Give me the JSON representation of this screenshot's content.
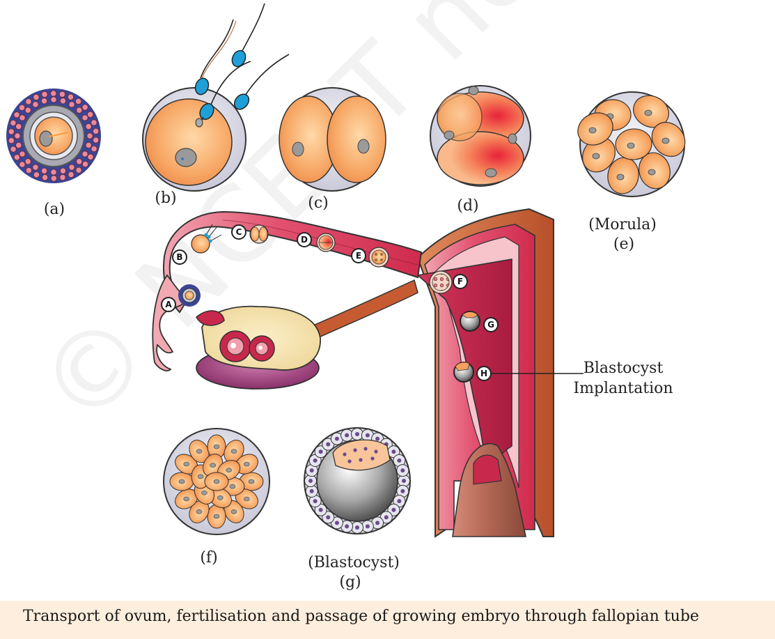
{
  "stage_labels": {
    "a": "(a)",
    "b": "(b)",
    "c": "(c)",
    "d": "(d)",
    "e_name": "(Morula)",
    "e": "(e)",
    "f": "(f)",
    "g_name": "(Blastocyst)",
    "g": "(g)"
  },
  "markers": {
    "A": "A",
    "B": "B",
    "C": "C",
    "D": "D",
    "E": "E",
    "F": "F",
    "G": "G",
    "H": "H"
  },
  "callout": {
    "line1": "Blastocyst",
    "line2": "Implantation"
  },
  "caption": "Transport of ovum, fertilisation and passage of growing embryo through fallopian tube",
  "watermark": "© NCERT not to be republished",
  "colors": {
    "tube": "#e56a86",
    "uterus_lumen": "#c8284c",
    "uterus_wall": "#f5b8c2",
    "uterus_outer": "#c65b32",
    "ovary": "#f8e6b6",
    "cell_fill": "#f6b47a",
    "nucleus": "#9a9a9a",
    "zona": "#d8d8e8",
    "sperm_head": "#1f9fd8",
    "caption_bg": "#fdeedd"
  }
}
